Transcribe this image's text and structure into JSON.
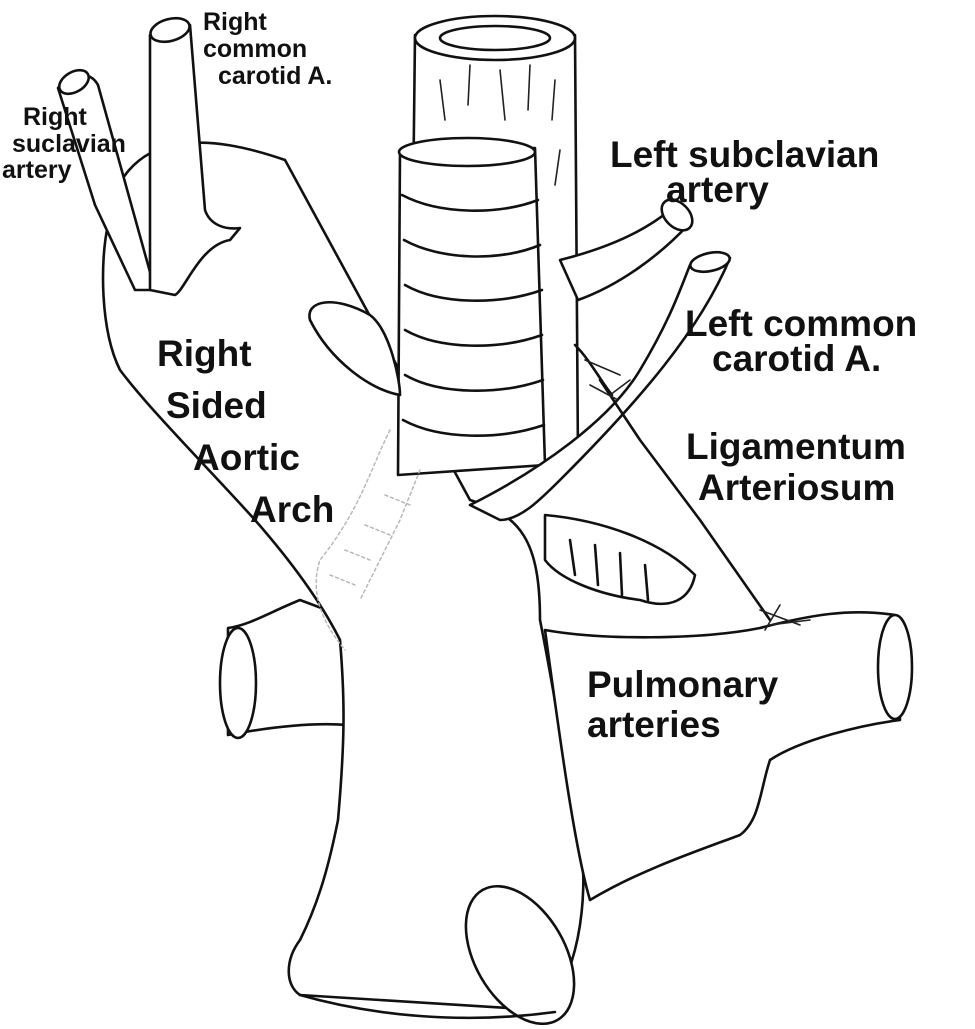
{
  "diagram": {
    "labels": {
      "right_common_carotid": [
        "Right",
        "common",
        "carotid A."
      ],
      "right_subclavian": [
        "Right",
        "suclavian",
        "artery"
      ],
      "left_subclavian": [
        "Left subclavian",
        "artery"
      ],
      "left_common_carotid": [
        "Left common",
        "carotid A."
      ],
      "aortic_arch": [
        "Right",
        "Sided",
        "Aortic",
        "Arch"
      ],
      "ligamentum": [
        "Ligamentum",
        "Arteriosum"
      ],
      "pulmonary": [
        "Pulmonary",
        "arteries"
      ]
    }
  }
}
